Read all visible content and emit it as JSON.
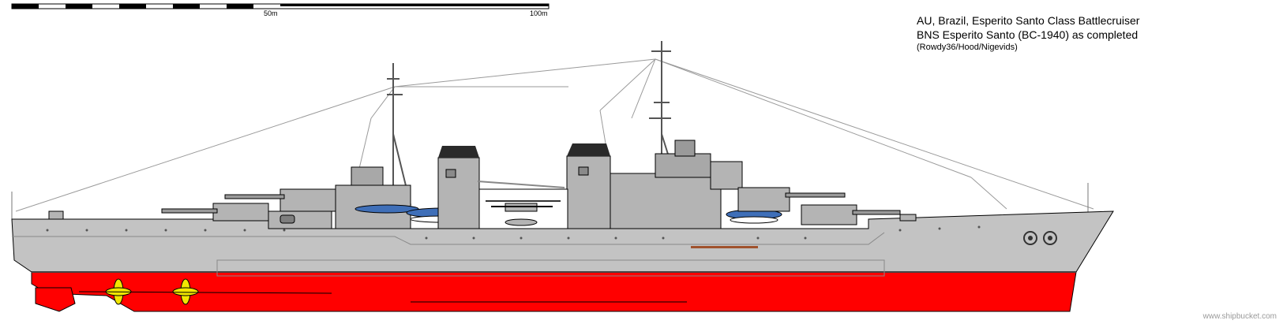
{
  "title": {
    "line1": "AU, Brazil, Esperito Santo Class Battlecruiser",
    "line2": "BNS Esperito Santo (BC-1940) as completed",
    "credits": "(Rowdy36/Hood/Nigevids)"
  },
  "scale_bar": {
    "label_50": "50m",
    "label_100": "100m"
  },
  "watermark": "www.shipbucket.com",
  "colors": {
    "hull_grey": "#c3c3c3",
    "superstructure_grey": "#b4b4b4",
    "dark_grey": "#7e7e7e",
    "antifouling_red": "#ff0000",
    "funnel_cap": "#2a2a2a",
    "propeller": "#f2e600",
    "boat_blue": "#3f6fb8",
    "rigging": "#9a9a9a"
  }
}
